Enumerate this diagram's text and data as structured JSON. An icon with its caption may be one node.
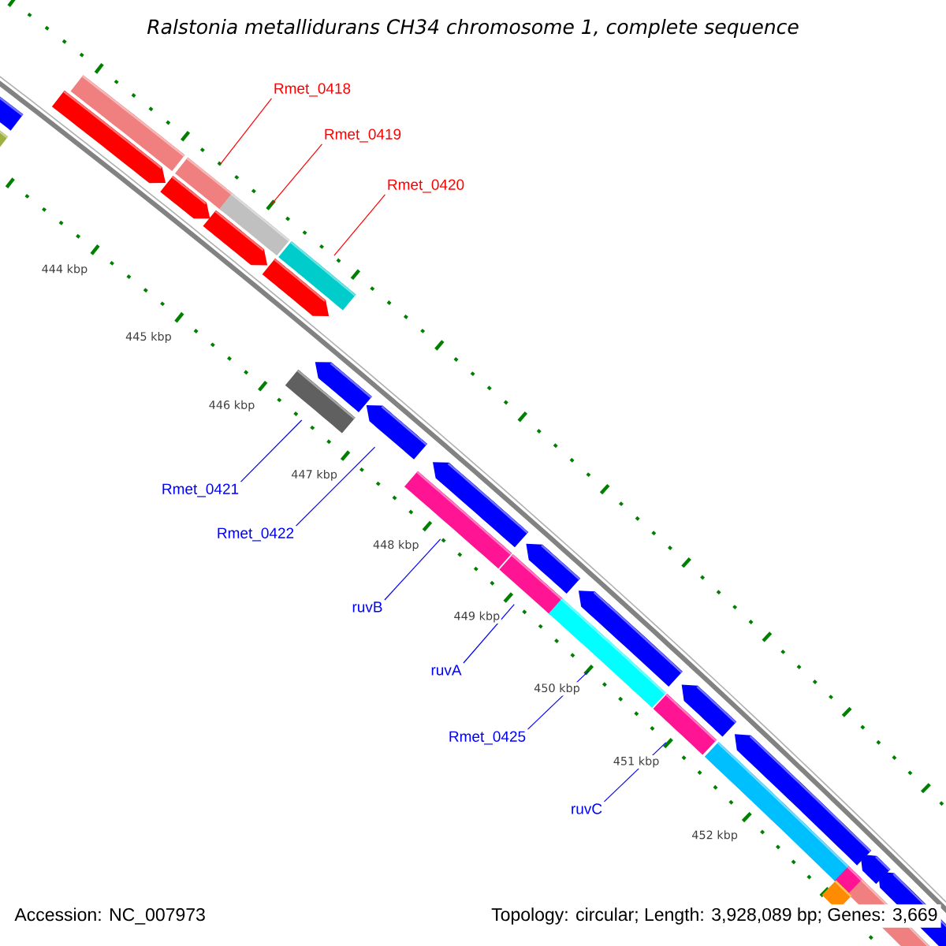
{
  "diagram": {
    "title": "Ralstonia metallidurans CH34 chromosome 1, complete sequence",
    "nodes": [
      {
        "text": [
          "Rmet_0418"
        ]
      },
      {
        "text": [
          "Rmet_0419"
        ]
      },
      {
        "text": [
          "Rmet_0420"
        ]
      },
      {
        "text": [
          "Rmet_0421"
        ]
      },
      {
        "text": [
          "Rmet_0422"
        ]
      },
      {
        "text": [
          "ruvB"
        ]
      },
      {
        "text": [
          "ruvA"
        ]
      },
      {
        "text": [
          "Rmet_0425"
        ]
      },
      {
        "text": [
          "ruvC"
        ]
      },
      {
        "text": [],
        "shape": "bar"
      },
      {
        "text": [],
        "shape": "bar"
      },
      {
        "text": [],
        "shape": "bar"
      },
      {
        "text": [],
        "shape": "bar"
      },
      {
        "text": [],
        "shape": "bar"
      },
      {
        "text": [],
        "shape": "bar"
      },
      {
        "text": [],
        "shape": "bar"
      },
      {
        "text": [],
        "shape": "bar"
      },
      {
        "text": [],
        "shape": "bar"
      }
    ],
    "edges": [
      {
        "from": 0,
        "to": 9,
        "arrow": "none",
        "color": "#ff0000"
      },
      {
        "from": 1,
        "to": 10,
        "arrow": "none",
        "color": "#ff0000"
      },
      {
        "from": 2,
        "to": 11,
        "arrow": "none",
        "color": "#ff0000"
      },
      {
        "from": 3,
        "to": 12,
        "arrow": "none"
      },
      {
        "from": 4,
        "to": 13,
        "arrow": "none"
      },
      {
        "from": 5,
        "to": 14,
        "arrow": "none"
      },
      {
        "from": 6,
        "to": 15,
        "arrow": "none"
      },
      {
        "from": 7,
        "to": 16,
        "arrow": "none"
      },
      {
        "from": 8,
        "to": 17,
        "arrow": "none"
      }
    ],
    "labels": [
      "444 kbp",
      "445 kbp",
      "446 kbp",
      "447 kbp",
      "448 kbp",
      "449 kbp",
      "450 kbp",
      "451 kbp",
      "452 kbp",
      "Accession: NC_007973",
      "Topology: circular; Length: 3,928,089 bp; Genes: 3,669"
    ]
  }
}
